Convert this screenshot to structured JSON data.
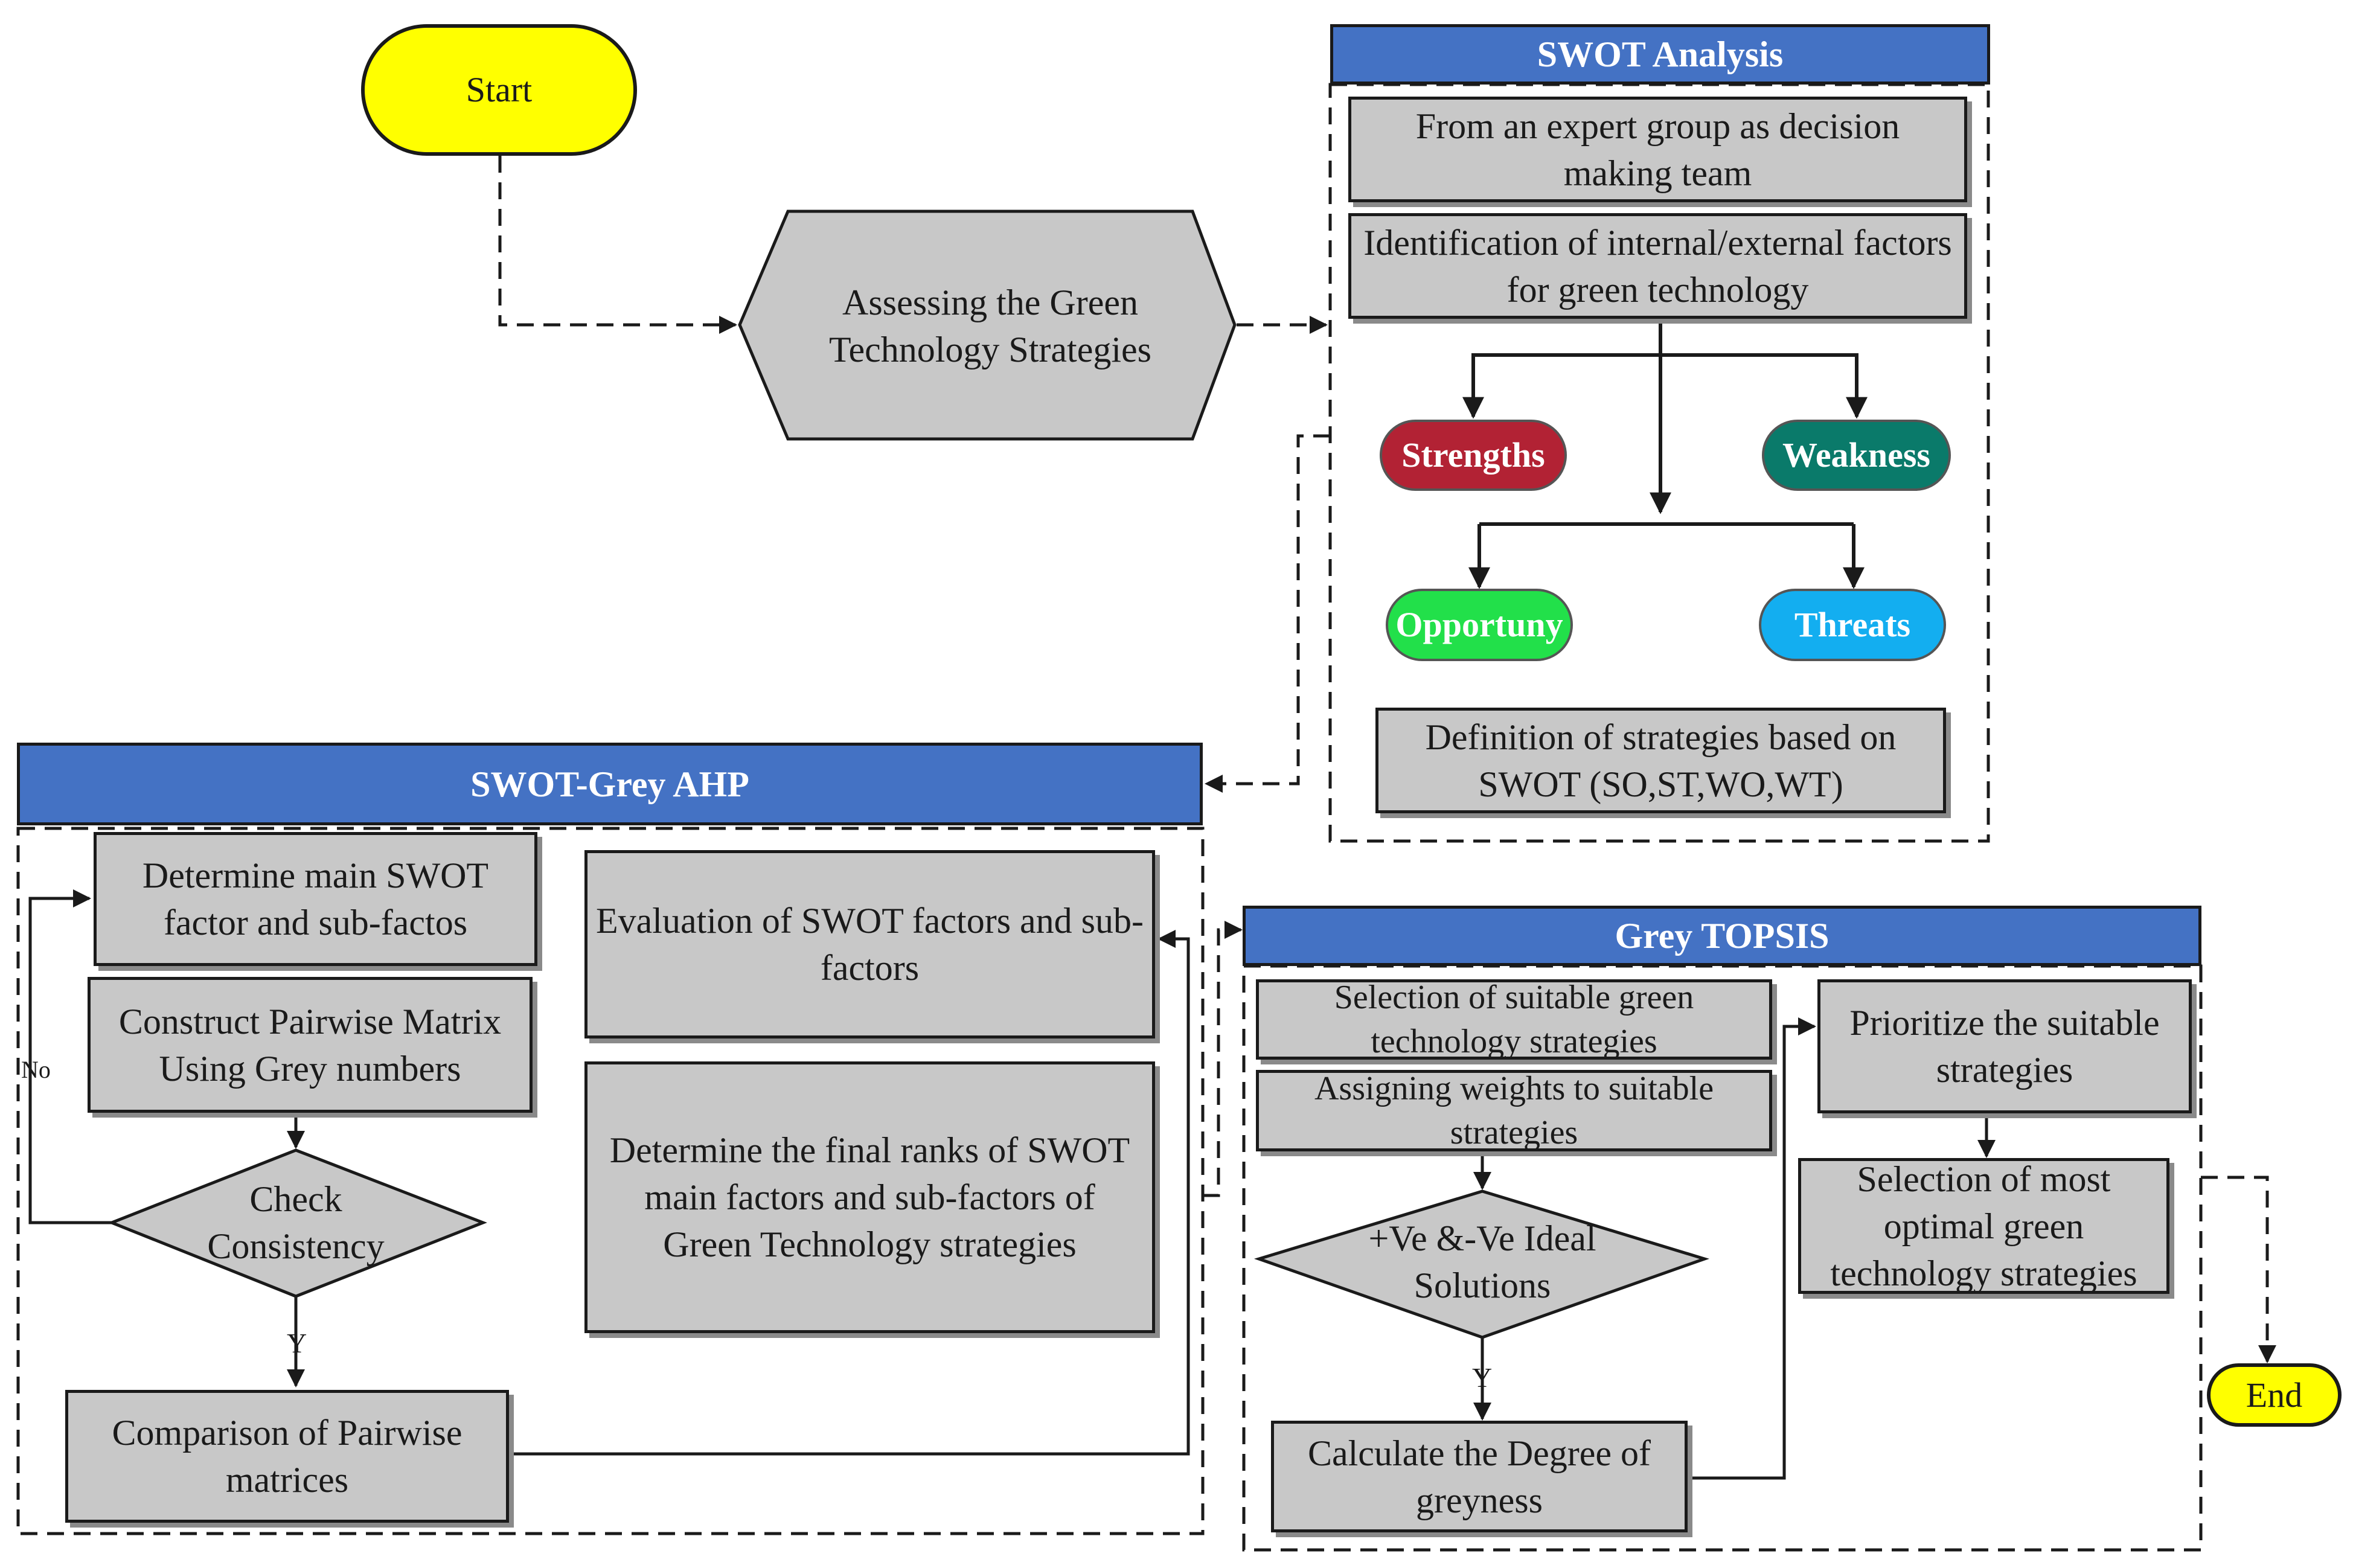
{
  "start": "Start",
  "end": "End",
  "assess": "Assessing the Green Technology Strategies",
  "swot": {
    "title": "SWOT Analysis",
    "expert": "From an expert group as decision making team",
    "identify": "Identification of internal/external factors for green technology",
    "strengths": "Strengths",
    "weakness": "Weakness",
    "opportunity": "Opportuny",
    "threats": "Threats",
    "definition": "Definition of strategies based on SWOT (SO,ST,WO,WT)"
  },
  "ahp": {
    "title": "SWOT-Grey AHP",
    "determine": "Determine main SWOT factor and sub-factos",
    "construct": "Construct Pairwise Matrix Using Grey numbers",
    "check": "Check Consistency",
    "no_label": "No",
    "yes_label": "Y",
    "comparison": "Comparison of  Pairwise matrices",
    "evaluation": "Evaluation of SWOT factors and sub-factors",
    "final_ranks": "Determine the final ranks of SWOT main factors and sub-factors of Green Technology strategies"
  },
  "topsis": {
    "title": "Grey TOPSIS",
    "selection": "Selection of suitable green technology strategies",
    "weights": "Assigning weights to suitable strategies",
    "ideal": "+Ve &-Ve Ideal Solutions",
    "yes_label": "Y",
    "greyness": "Calculate the Degree of greyness",
    "prioritize": "Prioritize the suitable strategies",
    "optimal": "Selection of most optimal green technology strategies"
  },
  "colors": {
    "header": "#4472c4",
    "box": "#c8c8c8",
    "terminal": "#ffff00",
    "strengths": "#b22234",
    "weakness": "#0a7a6a",
    "opportunity": "#22e04a",
    "threats": "#13aef0"
  }
}
